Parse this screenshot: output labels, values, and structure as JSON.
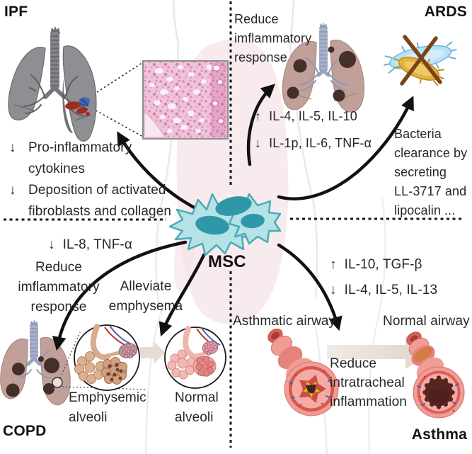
{
  "titles": {
    "ipf": "IPF",
    "ards": "ARDS",
    "copd": "COPD",
    "asthma": "Asthma"
  },
  "msc_label": "MSC",
  "ipf": {
    "effect_1_arrow": "↓",
    "effect_1": "Pro-inflammatory\ncytokines",
    "effect_2_arrow": "↓",
    "effect_2": "Deposition of activated\nfibroblasts and collagen"
  },
  "ards": {
    "reduce_text": "Reduce\nimflammatory\nresponse",
    "up_arrow": "↑",
    "up_text": "IL-4, IL-5, IL-10",
    "down_arrow": "↓",
    "down_text": "IL-1p, IL-6, TNF-α",
    "bacteria_text": "Bacteria\nclearance by\nsecreting\nLL-3717 and\nlipocalin ..."
  },
  "copd": {
    "down_arrow": "↓",
    "down_text": "IL-8, TNF-α",
    "reduce_text": "Reduce\nimflammatory\nresponse",
    "alleviate_text": "Alleviate\nemphysema",
    "emphysemic_label": "Emphysemic\nalveoli",
    "normal_label": "Normal\nalveoli"
  },
  "asthma": {
    "up_arrow": "↑",
    "up_text": "IL-10, TGF-β",
    "down_arrow": "↓",
    "down_text": "IL-4, IL-5, IL-13",
    "asthmatic_label": "Asthmatic airway",
    "normal_label": "Normal airway",
    "reduce_text": "Reduce\nintratracheal\ninflammation"
  },
  "colors": {
    "msc_cell": "#b5e2e6",
    "msc_nucleus": "#2f98a8",
    "arrow_black": "#111111",
    "ipf_lung_gray": "#8f8f93",
    "diseased_lung": "#c0a099",
    "lesion_red": "#a02a20",
    "lesion_blue": "#3e6db8",
    "histology_pink": "#efc3d8",
    "bacteria_blue": "#b8e2f5",
    "bacteria_yellow": "#e2b23e",
    "airway_red": "#d6564e",
    "block_arrow_beige": "#e7dbd2"
  }
}
